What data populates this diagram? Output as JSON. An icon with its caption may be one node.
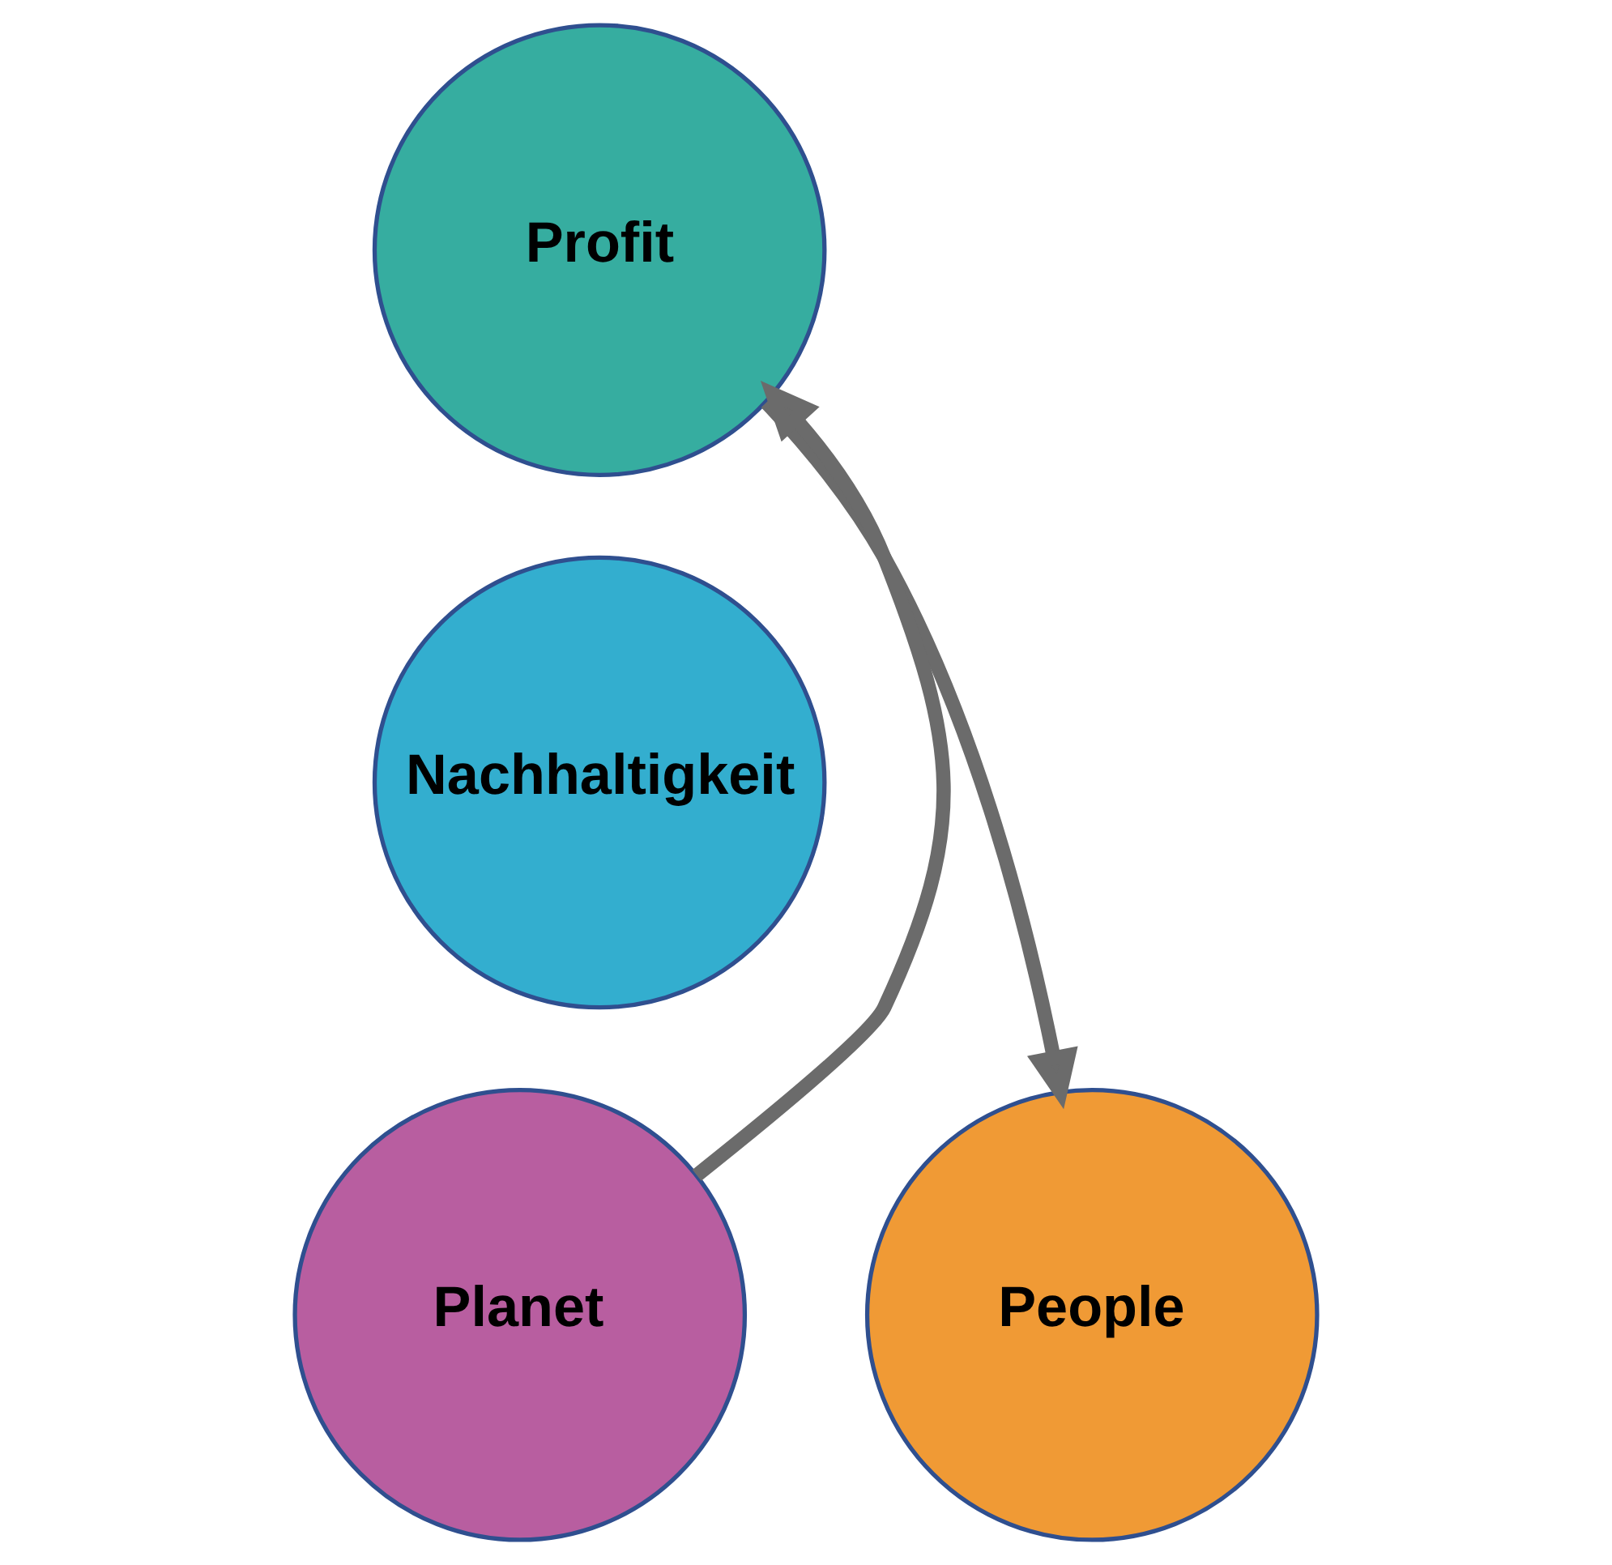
{
  "diagram": {
    "nodes": [
      {
        "text": [
          "Profit"
        ]
      },
      {
        "text": [
          "Nachhaltigkeit"
        ]
      },
      {
        "text": [
          "Planet"
        ]
      },
      {
        "text": [
          "People"
        ]
      }
    ],
    "edges": [
      {
        "from": 2,
        "to": 0,
        "arrow": "to"
      },
      {
        "from": 0,
        "to": 3,
        "arrow": "to"
      }
    ]
  }
}
